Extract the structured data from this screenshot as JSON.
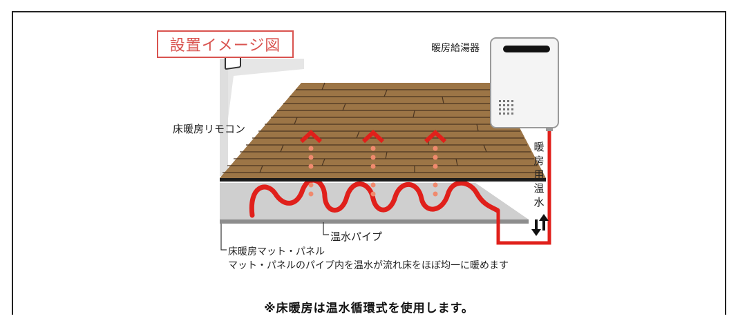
{
  "diagram": {
    "title": "設置イメージ図",
    "labels": {
      "water_heater": "暖房給湯器",
      "remote": "床暖房リモコン",
      "hot_water_pipe": "温水パイプ",
      "mat_panel": "床暖房マット・パネル",
      "description": "マット・パネルのパイプ内を温水が流れ床をほぼ均一に暖めます"
    },
    "vertical_label": [
      "暖",
      "房",
      "用",
      "温",
      "水"
    ],
    "colors": {
      "pipe": "#e0201b",
      "title_accent": "#d9534f",
      "wood": "#9c7546",
      "panel": "#c8c8c8"
    }
  },
  "footer": {
    "note": "※床暖房は温水循環式を使用します。"
  }
}
